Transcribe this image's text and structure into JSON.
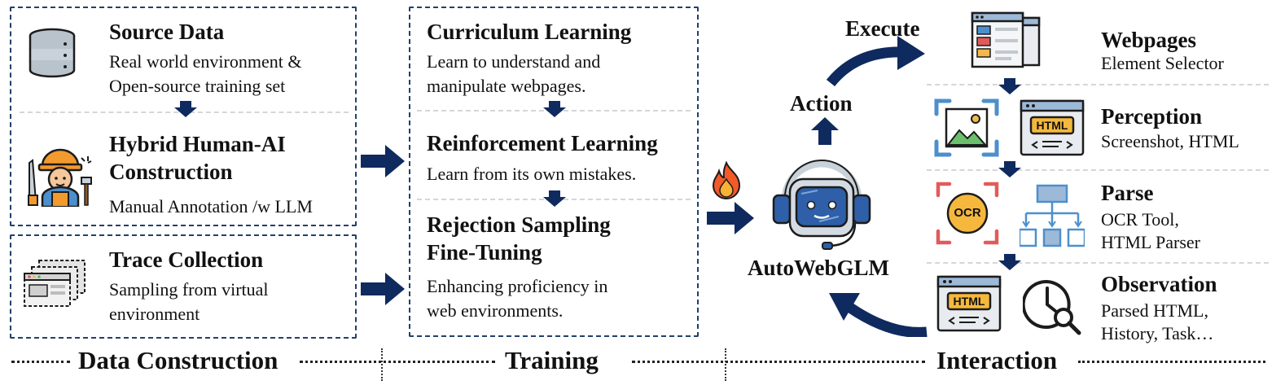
{
  "data_construction": {
    "source_data": {
      "title": "Source Data",
      "lines": [
        "Real world environment &",
        "Open-source training set"
      ]
    },
    "hybrid": {
      "title_lines": [
        "Hybrid Human-AI",
        "Construction"
      ],
      "desc": "Manual Annotation /w LLM"
    },
    "trace": {
      "title": "Trace Collection",
      "lines": [
        "Sampling from virtual",
        "environment"
      ]
    }
  },
  "training": {
    "curriculum": {
      "title": "Curriculum Learning",
      "lines": [
        "Learn to understand and",
        "manipulate webpages."
      ]
    },
    "reinforcement": {
      "title": "Reinforcement Learning",
      "desc": "Learn from its own mistakes."
    },
    "rejection": {
      "title_lines": [
        "Rejection Sampling",
        "Fine-Tuning"
      ],
      "lines": [
        "Enhancing proficiency in",
        "web environments."
      ]
    }
  },
  "agent": {
    "name": "AutoWebGLM",
    "action_label": "Action",
    "execute_label": "Execute"
  },
  "interaction": {
    "webpages": {
      "title": "Webpages",
      "desc": "Element Selector"
    },
    "perception": {
      "title": "Perception",
      "desc": "Screenshot, HTML"
    },
    "parse": {
      "title": "Parse",
      "lines": [
        "OCR Tool,",
        "HTML Parser"
      ]
    },
    "observation": {
      "title": "Observation",
      "lines": [
        "Parsed HTML,",
        "History, Task…"
      ]
    },
    "html_badge": "HTML",
    "ocr_badge": "OCR"
  },
  "sections": {
    "data_construction": "Data Construction",
    "training": "Training",
    "interaction": "Interaction"
  },
  "colors": {
    "navy": "#0f2a5e",
    "box_border": "#22406b",
    "separator": "#d6d6d6",
    "html_badge": "#f5b83d"
  }
}
